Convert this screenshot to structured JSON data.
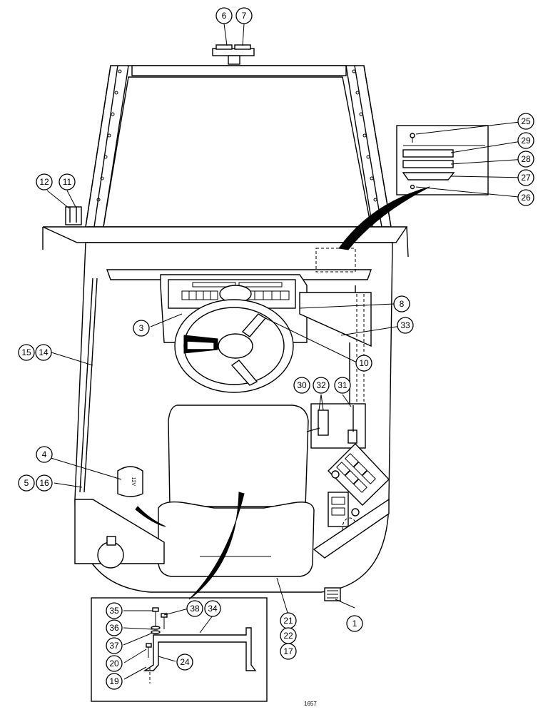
{
  "figure_id": "1657",
  "callouts": [
    "1",
    "3",
    "4",
    "5",
    "6",
    "7",
    "8",
    "10",
    "11",
    "12",
    "14",
    "15",
    "16",
    "17",
    "19",
    "20",
    "21",
    "22",
    "24",
    "25",
    "26",
    "27",
    "28",
    "29",
    "30",
    "31",
    "32",
    "33",
    "34",
    "35",
    "36",
    "37",
    "38"
  ],
  "decal_text": "12V"
}
